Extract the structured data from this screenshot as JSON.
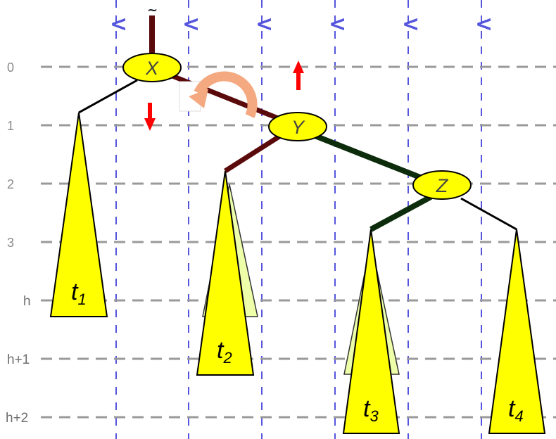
{
  "levels": {
    "l0": "0",
    "l1": "1",
    "l2": "2",
    "l3": "3",
    "lh": "h",
    "lh1": "h+1",
    "lh2": "h+2"
  },
  "nodes": {
    "x": "X",
    "y": "Y",
    "z": "Z"
  },
  "trees": {
    "t1": {
      "base": "t",
      "sub": "1"
    },
    "t2": {
      "base": "t",
      "sub": "2"
    },
    "t3": {
      "base": "t",
      "sub": "3"
    },
    "t4": {
      "base": "t",
      "sub": "4"
    }
  },
  "balance_marks": [
    "<",
    "<",
    "<",
    "<",
    "<",
    "<"
  ],
  "top_mark": "~",
  "colors": {
    "grid_horizontal": "#9a9a9a",
    "grid_vertical": "#5555dd",
    "node_fill": "#ffff00",
    "tree_fill": "#ffff00",
    "tree_ghost_fill": "#eeffaa",
    "edge_dark_red": "#5a0a0a",
    "edge_dark_green": "#0c2c0c",
    "arrow_red": "#ff0000",
    "rotation_arrow": "#f4a980"
  },
  "icons": {
    "rotation": "rotate-left-arrow-icon",
    "up": "red-up-arrow-icon",
    "down": "red-down-arrow-icon"
  }
}
